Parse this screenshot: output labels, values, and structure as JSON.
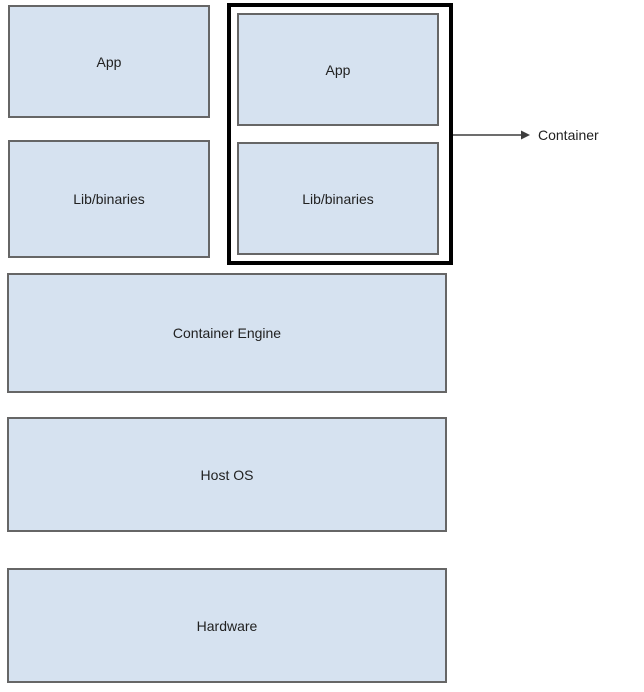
{
  "colors": {
    "background": "#ffffff",
    "box_fill": "#d6e2f0",
    "box_border": "#666666",
    "container_border": "#000000",
    "arrow": "#3d3d3d",
    "text": "#212121"
  },
  "layers": {
    "host_app": "App",
    "host_lib": "Lib/binaries",
    "container_app": "App",
    "container_lib": "Lib/binaries",
    "container_engine": "Container Engine",
    "host_os": "Host OS",
    "hardware": "Hardware"
  },
  "annotation": {
    "container_label": "Container"
  }
}
